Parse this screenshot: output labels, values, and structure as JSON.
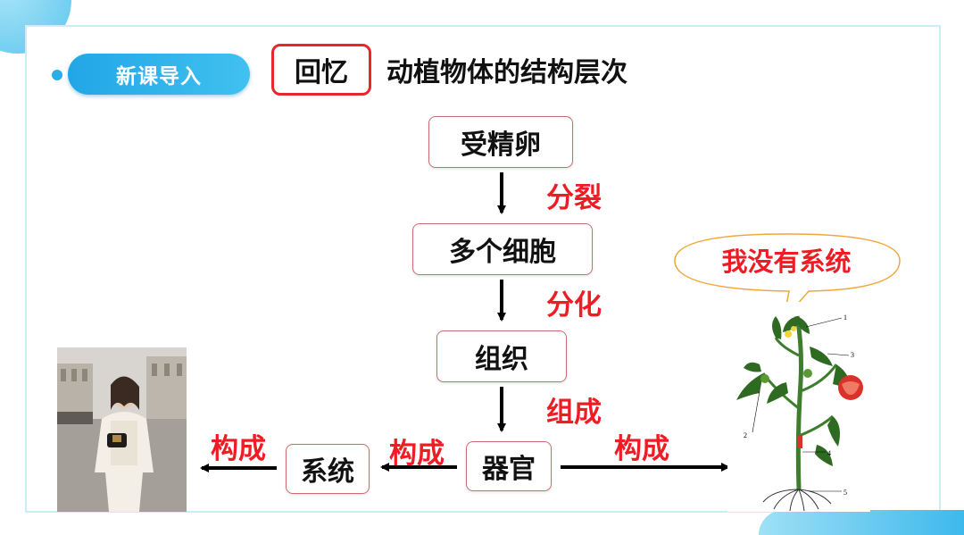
{
  "header": {
    "section_pill": "新课导入",
    "recall_box": "回忆",
    "title": "动植物体的结构层次"
  },
  "flow": {
    "zygote": "受精卵",
    "division_label": "分裂",
    "cells": "多个细胞",
    "differentiation_label": "分化",
    "tissue": "组织",
    "compose_label": "组成",
    "organ": "器官",
    "system": "系统",
    "constitute_left_1": "构成",
    "constitute_left_2": "构成",
    "constitute_right": "构成"
  },
  "plant": {
    "speech_bubble": "我没有系统",
    "diagram_labels": [
      "1",
      "2",
      "3",
      "4",
      "5"
    ]
  },
  "colors": {
    "accent_blue": "#29aee8",
    "label_red": "#ee1c24",
    "recall_border": "#e5262b"
  },
  "images": {
    "left_photo": "woman-in-white-outfit-photo",
    "right_diagram": "tomato-plant-diagram"
  }
}
